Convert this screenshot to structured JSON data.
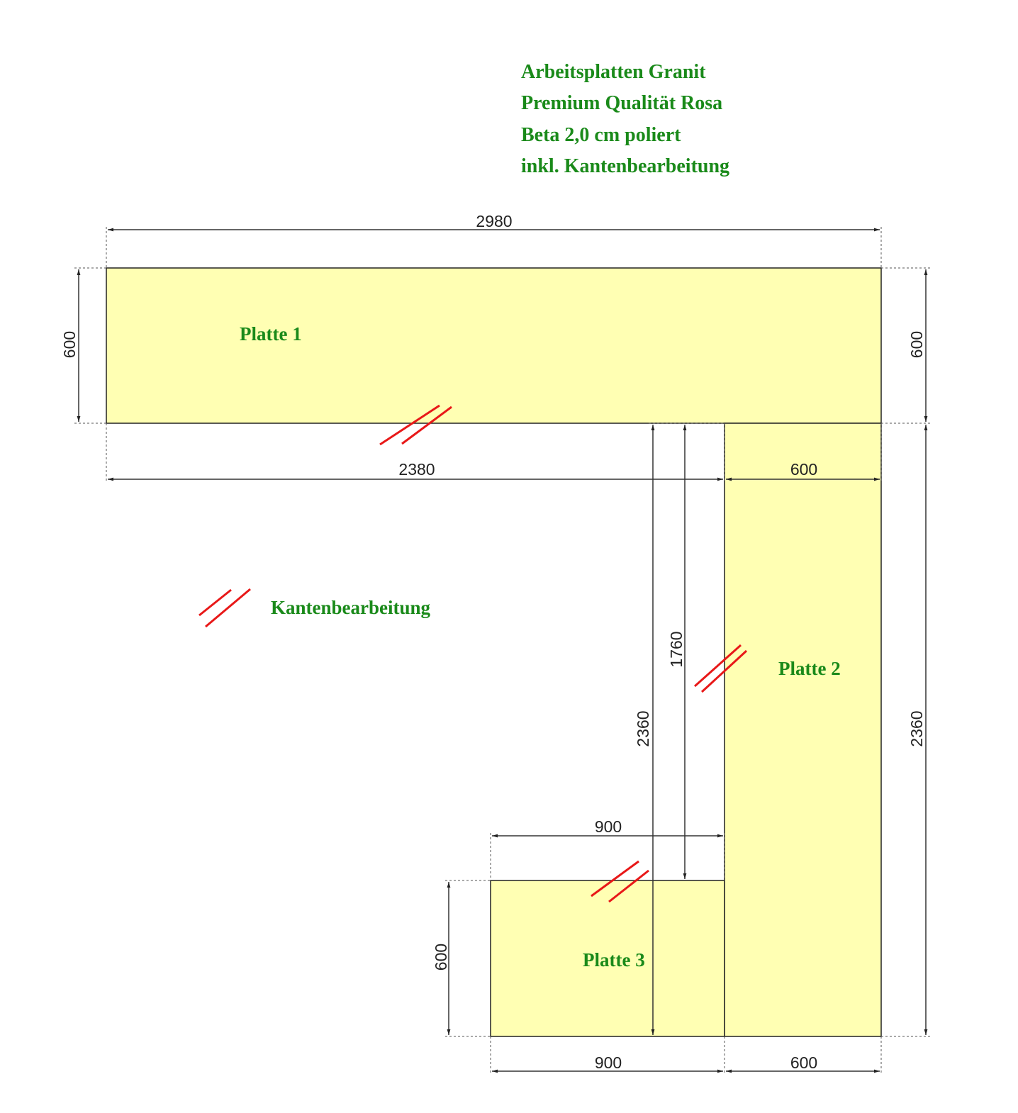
{
  "title_lines": [
    "Arbeitsplatten Granit",
    "Premium Qualität Rosa",
    "Beta 2,0 cm poliert",
    "inkl. Kantenbearbeitung"
  ],
  "slabs": {
    "platte1": "Platte 1",
    "platte2": "Platte 2",
    "platte3": "Platte 3"
  },
  "legend": {
    "label": "Kantenbearbeitung"
  },
  "dimensions": {
    "top_width": "2980",
    "p1_height_left": "600",
    "p1_height_right": "600",
    "inner_width": "2380",
    "p2_width_top": "600",
    "inner_height": "1760",
    "total_height_inner": "2360",
    "total_height_right": "2360",
    "p3_width_top": "900",
    "p3_height": "600",
    "p3_width_bottom": "900",
    "p2_width_bottom": "600"
  },
  "colors": {
    "slab_fill": "#ffffb3",
    "label_green": "#1a8a1a",
    "edge_red": "#e81818"
  }
}
